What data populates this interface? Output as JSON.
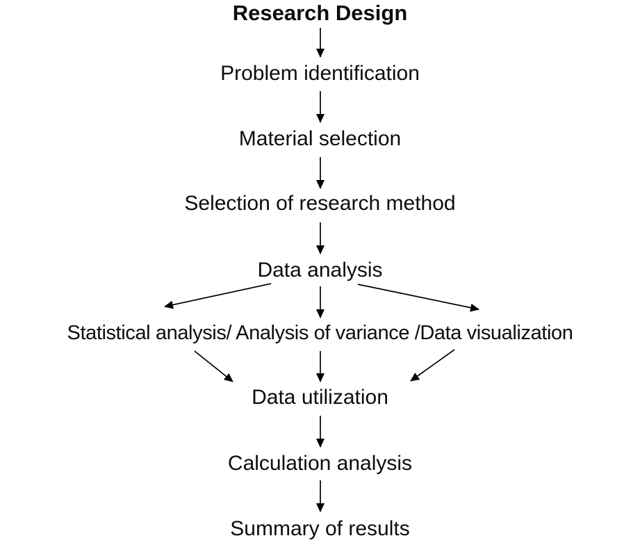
{
  "page": {
    "background_color": "#ffffff",
    "text_color": "#0d0d0d",
    "arrow_color": "#000000"
  },
  "diagram": {
    "type": "flowchart",
    "title": {
      "label": "Research Design"
    },
    "steps": [
      {
        "id": "problem-identification",
        "label": "Problem identification"
      },
      {
        "id": "material-selection",
        "label": "Material selection"
      },
      {
        "id": "selection-of-research-method",
        "label": "Selection of research method"
      },
      {
        "id": "data-analysis",
        "label": "Data analysis"
      },
      {
        "id": "analysis-branches",
        "label": "Statistical analysis/ Analysis of variance /Data visualization"
      },
      {
        "id": "data-utilization",
        "label": "Data utilization"
      },
      {
        "id": "calculation-analysis",
        "label": "Calculation analysis"
      },
      {
        "id": "summary-of-results",
        "label": "Summary of results"
      }
    ],
    "branch_parts": [
      "Statistical analysis",
      "Analysis of variance",
      "Data visualization"
    ],
    "edges": [
      {
        "from": "Research Design",
        "to": "Problem identification"
      },
      {
        "from": "Problem identification",
        "to": "Material selection"
      },
      {
        "from": "Material selection",
        "to": "Selection of research method"
      },
      {
        "from": "Selection of research method",
        "to": "Data analysis"
      },
      {
        "from": "Data analysis",
        "to": "Statistical analysis"
      },
      {
        "from": "Data analysis",
        "to": "Analysis of variance"
      },
      {
        "from": "Data analysis",
        "to": "Data visualization"
      },
      {
        "from": "Statistical analysis",
        "to": "Data utilization"
      },
      {
        "from": "Analysis of variance",
        "to": "Data utilization"
      },
      {
        "from": "Data visualization",
        "to": "Data utilization"
      },
      {
        "from": "Data utilization",
        "to": "Calculation analysis"
      },
      {
        "from": "Calculation analysis",
        "to": "Summary of results"
      }
    ]
  }
}
